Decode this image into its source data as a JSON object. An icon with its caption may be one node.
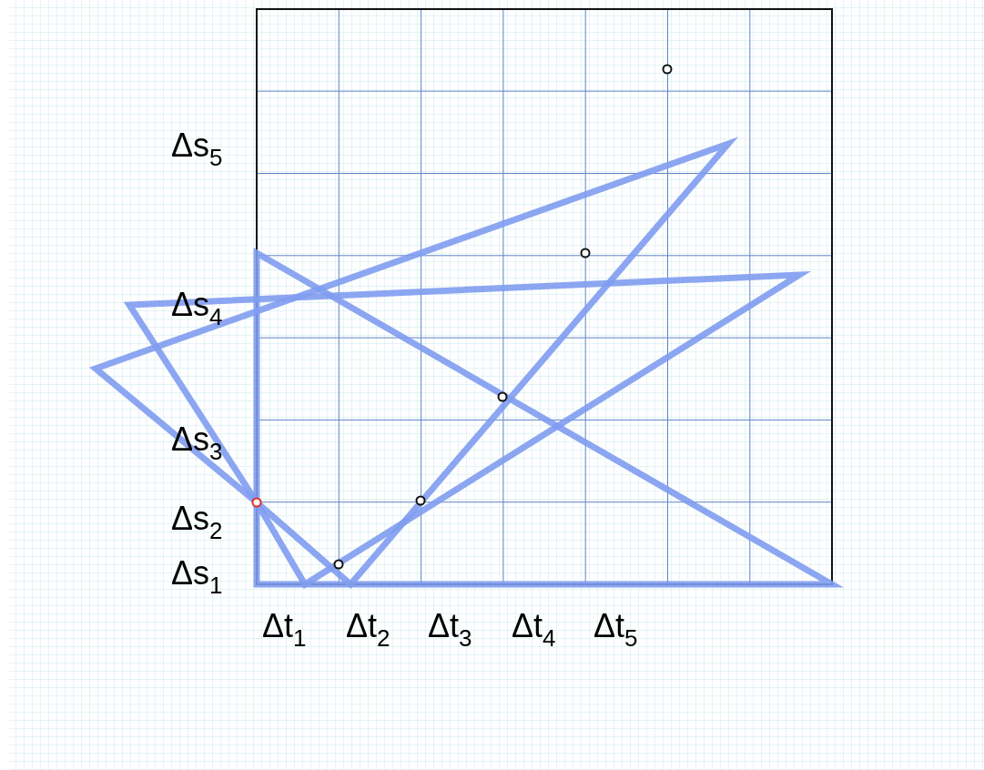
{
  "diagram": {
    "labels": [
      "Δs$_{5}$",
      "Δs$_{4}$",
      "Δs$_{3}$",
      "Δs$_{2}$",
      "Δs$_{1}$",
      "Δt$_{1}$",
      "Δt$_{2}$",
      "Δt$_{3}$",
      "Δt$_{4}$",
      "Δt$_{5}$"
    ]
  }
}
